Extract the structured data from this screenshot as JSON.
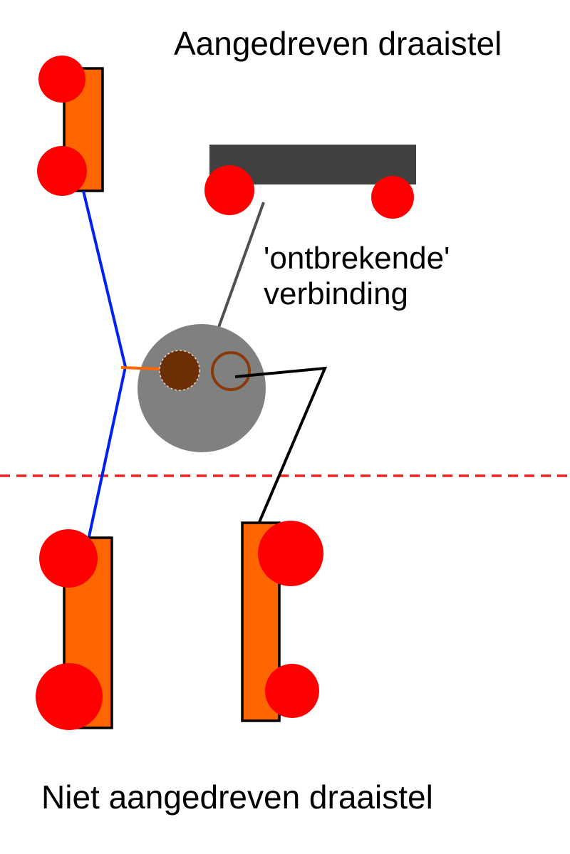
{
  "labels": {
    "top": "Aangedreven draaistel",
    "middle_line1": "'ontbrekende'",
    "middle_line2": "verbinding",
    "bottom": "Niet aangedreven draaistel"
  },
  "colors": {
    "wheel": "#ff0000",
    "frame": "#ff6600",
    "motor_housing": "#808080",
    "bar": "#404040",
    "link_blue": "#0022ee",
    "link_black": "#000000",
    "link_gray": "#505050",
    "pivot": "#6b2e05",
    "pivot_ring": "#8a3a08",
    "dashed_line": "#ee2222"
  }
}
